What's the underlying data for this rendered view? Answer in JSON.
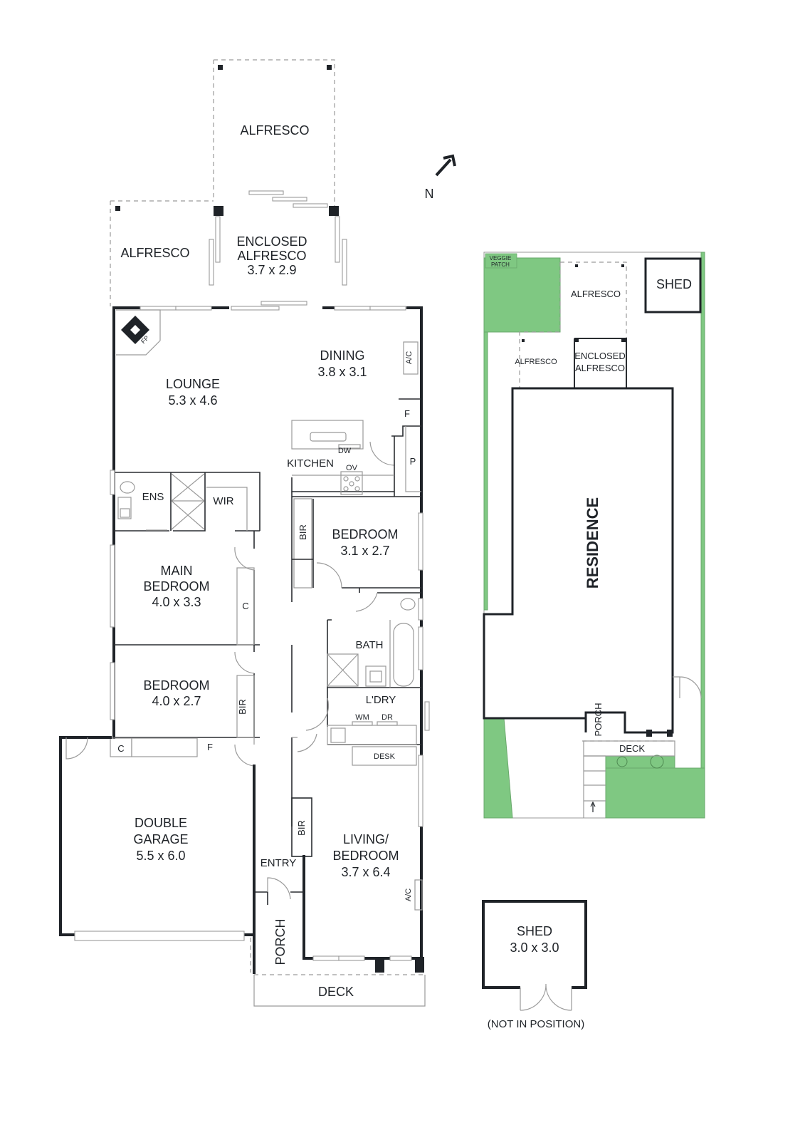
{
  "compass": {
    "label": "N",
    "icon": "north-arrow-icon"
  },
  "floor_plan": {
    "rooms": [
      {
        "id": "alfresco-north",
        "name": "ALFRESCO",
        "dims": ""
      },
      {
        "id": "alfresco-west",
        "name": "ALFRESCO",
        "dims": ""
      },
      {
        "id": "enclosed-alfresco",
        "name_line1": "ENCLOSED",
        "name_line2": "ALFRESCO",
        "dims": "3.7 x 2.9"
      },
      {
        "id": "lounge",
        "name": "LOUNGE",
        "dims": "5.3 x 4.6"
      },
      {
        "id": "dining",
        "name": "DINING",
        "dims": "3.8 x 3.1"
      },
      {
        "id": "kitchen",
        "name": "KITCHEN",
        "dims": ""
      },
      {
        "id": "ensuite",
        "name": "ENS",
        "dims": ""
      },
      {
        "id": "wir",
        "name": "WIR",
        "dims": ""
      },
      {
        "id": "main-bedroom",
        "name_line1": "MAIN",
        "name_line2": "BEDROOM",
        "dims": "4.0 x 3.3"
      },
      {
        "id": "bedroom-2",
        "name": "BEDROOM",
        "dims": "3.1 x 2.7"
      },
      {
        "id": "bedroom-3",
        "name": "BEDROOM",
        "dims": "4.0 x 2.7"
      },
      {
        "id": "bath",
        "name": "BATH",
        "dims": ""
      },
      {
        "id": "laundry",
        "name": "L'DRY",
        "dims": ""
      },
      {
        "id": "double-garage",
        "name_line1": "DOUBLE",
        "name_line2": "GARAGE",
        "dims": "5.5 x 6.0"
      },
      {
        "id": "living-bedroom",
        "name_line1": "LIVING/",
        "name_line2": "BEDROOM",
        "dims": "3.7 x 6.4"
      },
      {
        "id": "entry",
        "name": "ENTRY",
        "dims": ""
      },
      {
        "id": "porch",
        "name": "PORCH",
        "dims": ""
      },
      {
        "id": "deck",
        "name": "DECK",
        "dims": ""
      }
    ],
    "fixtures": {
      "fireplace": "FP",
      "ac_dining": "A/C",
      "ac_living": "A/C",
      "fridge_kitchen": "F",
      "fridge_garage": "F",
      "pantry": "P",
      "dishwasher": "DW",
      "oven": "OV",
      "bir_bedroom2": "BIR",
      "bir_bedroom3": "BIR",
      "bir_living": "BIR",
      "cupboard_main": "C",
      "cupboard_garage": "C",
      "washing_machine": "WM",
      "dryer": "DR",
      "desk": "DESK"
    }
  },
  "site_plan": {
    "veggie_patch_line1": "VEGGIE",
    "veggie_patch_line2": "PATCH",
    "alfresco_north": "ALFRESCO",
    "alfresco_west": "ALFRESCO",
    "enclosed_line1": "ENCLOSED",
    "enclosed_line2": "ALFRESCO",
    "shed": "SHED",
    "residence": "RESIDENCE",
    "porch": "PORCH",
    "deck": "DECK"
  },
  "shed_detail": {
    "name": "SHED",
    "dims": "3.0 x 3.0",
    "note": "(NOT IN POSITION)"
  },
  "colors": {
    "wall": "#1f2328",
    "garden": "#7fc882",
    "outline": "#9a9a9a"
  }
}
